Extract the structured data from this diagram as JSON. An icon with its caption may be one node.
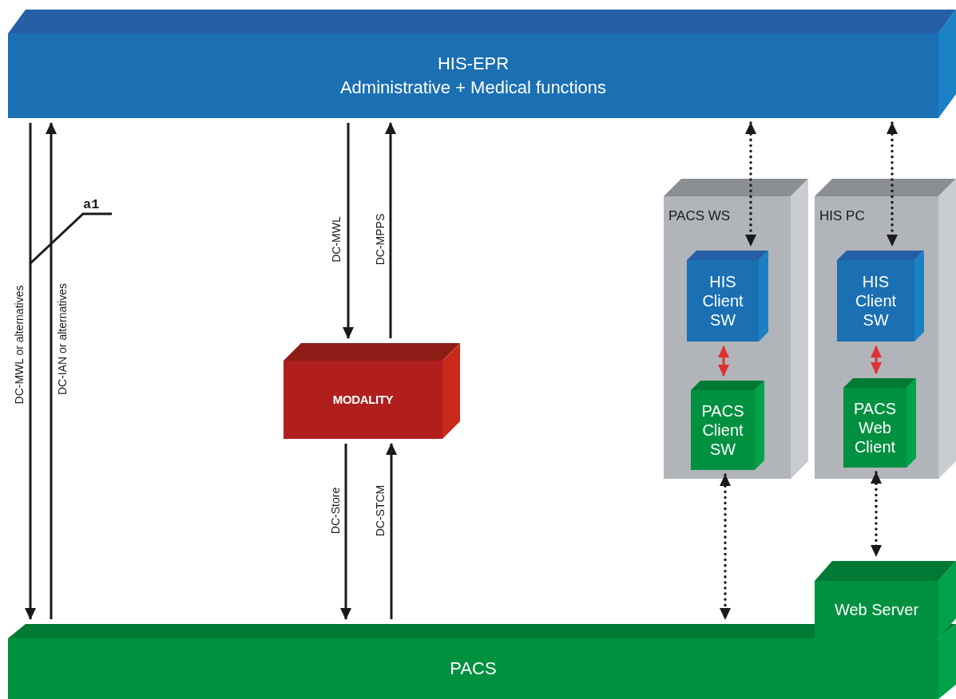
{
  "diagram": {
    "nodes": [
      {
        "text": [
          "HIS-EPR",
          "Administrative + Medical functions"
        ]
      },
      {
        "text": [
          "MODALITY"
        ]
      },
      {
        "text": [
          "PACS WS"
        ]
      },
      {
        "text": [
          "HIS Client SW"
        ],
        "in": 2
      },
      {
        "text": [
          "PACS Client SW"
        ],
        "in": 2
      },
      {
        "text": [
          "HIS PC"
        ]
      },
      {
        "text": [
          "HIS Client SW"
        ],
        "in": 5
      },
      {
        "text": [
          "PACS Web Client"
        ],
        "in": 5
      },
      {
        "text": [
          "PACS"
        ]
      },
      {
        "text": [
          "Web Server"
        ]
      },
      {
        "text": [
          "a1"
        ]
      }
    ],
    "edges": [
      {
        "from": 0,
        "to": 8,
        "arrow": "to",
        "label": "DC-MWL or alternatives"
      },
      {
        "from": 8,
        "to": 0,
        "arrow": "to",
        "label": "DC-IAN or alternatives"
      },
      {
        "from": 0,
        "to": 1,
        "arrow": "to",
        "label": "DC-MWL"
      },
      {
        "from": 1,
        "to": 0,
        "arrow": "to",
        "label": "DC-MPPS"
      },
      {
        "from": 1,
        "to": 8,
        "arrow": "to",
        "label": "DC-Store"
      },
      {
        "from": 8,
        "to": 1,
        "arrow": "to",
        "label": "DC-STCM"
      },
      {
        "from": 0,
        "to": 3,
        "arrow": "both",
        "style": "dashed"
      },
      {
        "from": 3,
        "to": 4,
        "arrow": "both",
        "color": "#e03131"
      },
      {
        "from": 4,
        "to": 8,
        "arrow": "both",
        "style": "dashed"
      },
      {
        "from": 0,
        "to": 6,
        "arrow": "both",
        "style": "dashed"
      },
      {
        "from": 6,
        "to": 7,
        "arrow": "both",
        "color": "#e03131"
      },
      {
        "from": 7,
        "to": 9,
        "arrow": "both",
        "style": "dashed"
      },
      {
        "from": 10,
        "to": null,
        "arrow": "none"
      }
    ]
  }
}
